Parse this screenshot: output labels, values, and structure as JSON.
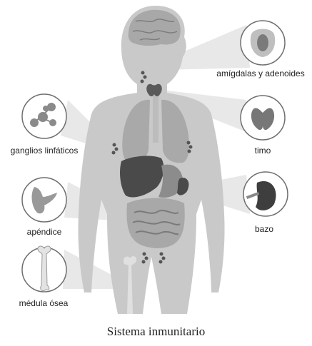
{
  "labels": {
    "tonsils": "amígdalas y adenoides",
    "thymus": "timo",
    "spleen": "bazo",
    "lymph_nodes": "ganglios linfáticos",
    "appendix": "apéndice",
    "bone_marrow": "médula ósea"
  },
  "caption": "Sistema inmunitario",
  "colors": {
    "body": "#c9c9c9",
    "organ_dark": "#4a4a4a",
    "organ_mid": "#8c8c8c",
    "circle_fill": "#ffffff",
    "circle_stroke": "#6e6e6e"
  }
}
